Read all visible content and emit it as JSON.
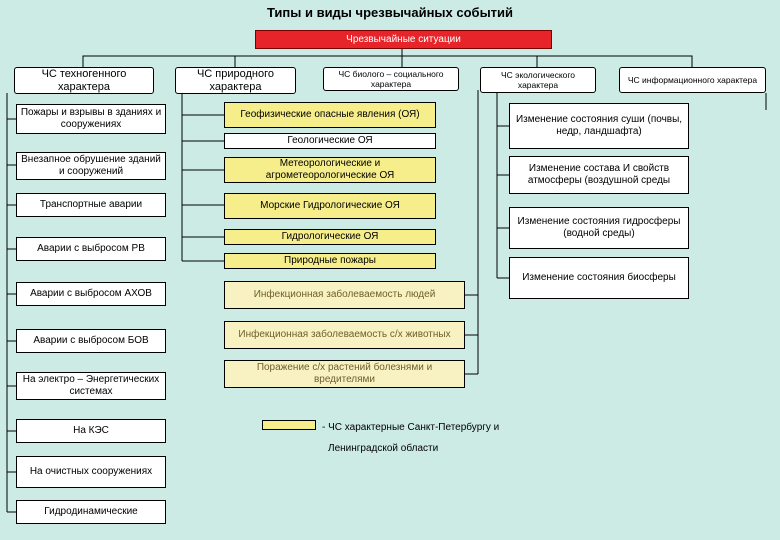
{
  "title": "Типы и виды чрезвычайных событий",
  "root": "Чрезвычайные ситуации",
  "categories": [
    "ЧС техногенного характера",
    "ЧС природного характера",
    "ЧС биолого – социального характера",
    "ЧС экологического характера",
    "ЧС информационного характера"
  ],
  "technogenic": [
    "Пожары и взрывы в зданиях и сооружениях",
    "Внезапное обрушение зданий и сооружений",
    "Транспортные аварии",
    "Аварии с выбросом РВ",
    "Аварии с выбросом АХОВ",
    "Аварии с выбросом БОВ",
    "На электро – Энергетических системах",
    "На КЭС",
    "На очистных сооружениях",
    "Гидродинамические"
  ],
  "natural": [
    "Геофизические опасные явления (ОЯ)",
    "Геологические ОЯ",
    "Метеорологические и агрометеорологические ОЯ",
    "Морские Гидрологические ОЯ",
    "Гидрологические ОЯ",
    "Природные пожары"
  ],
  "biosocial": [
    "Инфекционная заболеваемость людей",
    "Инфекционная заболеваемость с/х животных",
    "Поражение с/х растений болезнями и вредителями"
  ],
  "ecological": [
    "Изменение состояния суши (почвы, недр, ландшафта)",
    "Изменение состава И свойств атмосферы (воздушной среды",
    "Изменение состояния гидросферы (водной среды)",
    "Изменение состояния биосферы"
  ],
  "legend": {
    "line1": "- ЧС характерные Санкт-Петербургу и",
    "line2": "Ленинградской области",
    "color": "#f6ee8b"
  },
  "colors": {
    "background": "#cdebe5",
    "root": "#e8242b",
    "highlight": "#f6ee8b",
    "highlight_pale": "#f8f2c2"
  }
}
